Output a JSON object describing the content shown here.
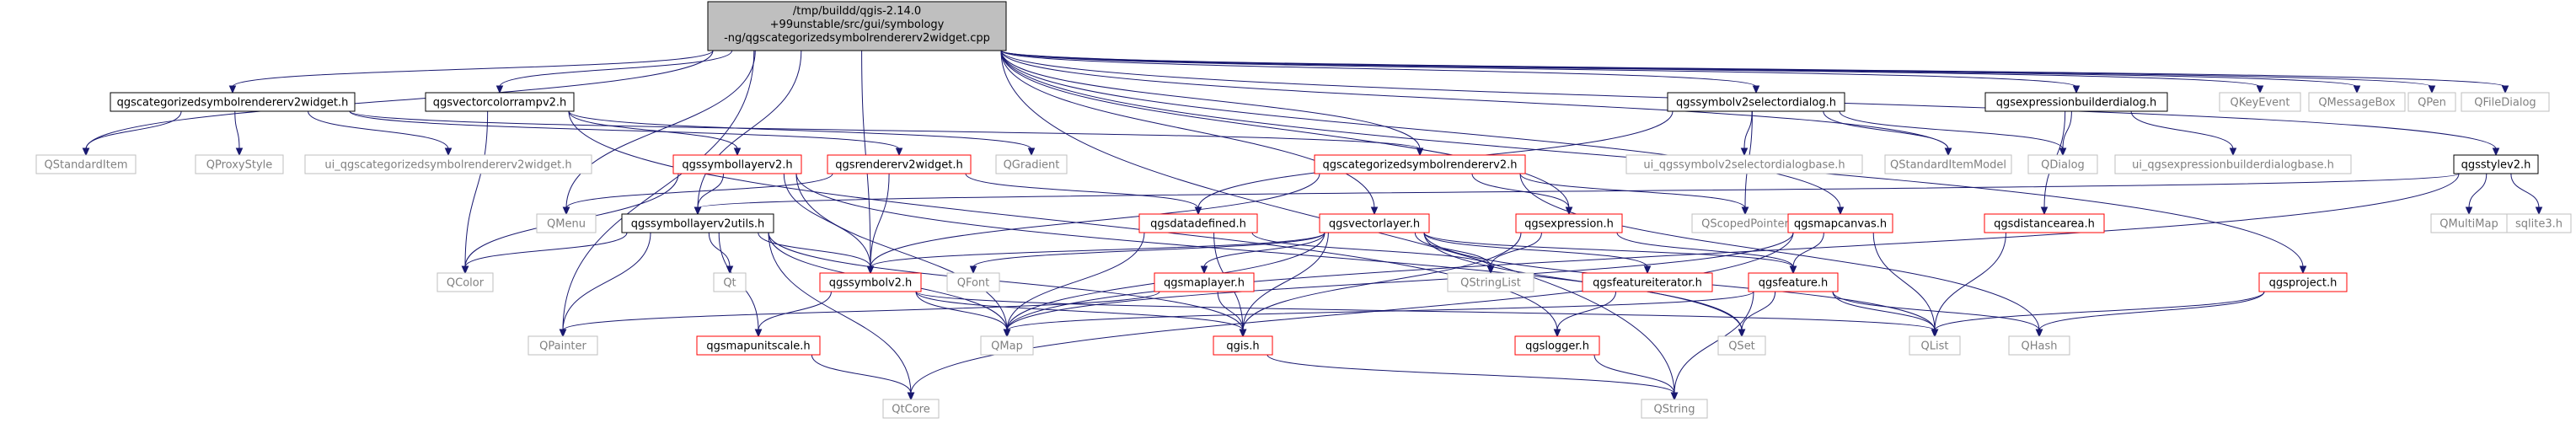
{
  "diagram": {
    "root_label_lines": [
      "/tmp/buildd/qgis-2.14.0",
      "+99unstable/src/gui/symbology",
      "-ng/qgscategorizedsymbolrendererv2widget.cpp"
    ],
    "colors": {
      "root_fill": "#bfbfbf",
      "root_border": "#000000",
      "documented_border": "#000000",
      "truncated_border": "#ff0000",
      "external_border": "#bfbfbf",
      "external_text": "#808080",
      "text": "#000000",
      "edge": "#191970"
    },
    "nodes": [
      {
        "id": "qgscatwidget_h",
        "label": "qgscategorizedsymbolrendererv2widget.h",
        "kind": "doc"
      },
      {
        "id": "qgsvectorcolorrampv2_h",
        "label": "qgsvectorcolorrampv2.h",
        "kind": "doc"
      },
      {
        "id": "qgssymbolv2selectordialog_h",
        "label": "qgssymbolv2selectordialog.h",
        "kind": "doc"
      },
      {
        "id": "qgsexpressionbuilderdialog_h",
        "label": "qgsexpressionbuilderdialog.h",
        "kind": "doc"
      },
      {
        "id": "qkeyevent",
        "label": "QKeyEvent",
        "kind": "ext"
      },
      {
        "id": "qmessagebox",
        "label": "QMessageBox",
        "kind": "ext"
      },
      {
        "id": "qpen",
        "label": "QPen",
        "kind": "ext"
      },
      {
        "id": "qfiledialog",
        "label": "QFileDialog",
        "kind": "ext"
      },
      {
        "id": "qstandarditem",
        "label": "QStandardItem",
        "kind": "ext"
      },
      {
        "id": "qproxystyle",
        "label": "QProxyStyle",
        "kind": "ext"
      },
      {
        "id": "ui_qgscatwidget",
        "label": "ui_qgscategorizedsymbolrendererv2widget.h",
        "kind": "ext"
      },
      {
        "id": "qgradient",
        "label": "QGradient",
        "kind": "ext"
      },
      {
        "id": "qgscategorizedsymbolrendererv2_h",
        "label": "qgscategorizedsymbolrendererv2.h",
        "kind": "red"
      },
      {
        "id": "ui_qgssymbolv2selectordialogbase",
        "label": "ui_qgssymbolv2selectordialogbase.h",
        "kind": "ext"
      },
      {
        "id": "qstandarditemmodel",
        "label": "QStandardItemModel",
        "kind": "ext"
      },
      {
        "id": "qdialog",
        "label": "QDialog",
        "kind": "ext"
      },
      {
        "id": "ui_qgsexpressionbuilderdialogbase",
        "label": "ui_qgsexpressionbuilderdialogbase.h",
        "kind": "ext"
      },
      {
        "id": "qgsstylev2_h",
        "label": "qgsstylev2.h",
        "kind": "doc"
      },
      {
        "id": "qgssymbollayerv2_h",
        "label": "qgssymbollayerv2.h",
        "kind": "red"
      },
      {
        "id": "qgsrendererv2widget_h",
        "label": "qgsrendererv2widget.h",
        "kind": "red"
      },
      {
        "id": "qmenu",
        "label": "QMenu",
        "kind": "ext"
      },
      {
        "id": "qgsdatadefined_h",
        "label": "qgsdatadefined.h",
        "kind": "red"
      },
      {
        "id": "qgsvectorlayer_h",
        "label": "qgsvectorlayer.h",
        "kind": "red"
      },
      {
        "id": "qgsexpression_h",
        "label": "qgsexpression.h",
        "kind": "red"
      },
      {
        "id": "qscopedpointer",
        "label": "QScopedPointer",
        "kind": "ext"
      },
      {
        "id": "qgsmapcanvas_h",
        "label": "qgsmapcanvas.h",
        "kind": "red"
      },
      {
        "id": "qgsdistancearea_h",
        "label": "qgsdistancearea.h",
        "kind": "red"
      },
      {
        "id": "qmultimap",
        "label": "QMultiMap",
        "kind": "ext"
      },
      {
        "id": "sqlite3_h",
        "label": "sqlite3.h",
        "kind": "ext"
      },
      {
        "id": "qgssymbollayerv2utils_h",
        "label": "qgssymbollayerv2utils.h",
        "kind": "doc"
      },
      {
        "id": "qcolor",
        "label": "QColor",
        "kind": "ext"
      },
      {
        "id": "qt",
        "label": "Qt",
        "kind": "ext"
      },
      {
        "id": "qgssymbolv2_h",
        "label": "qgssymbolv2.h",
        "kind": "red"
      },
      {
        "id": "qfont",
        "label": "QFont",
        "kind": "ext"
      },
      {
        "id": "qstringlist",
        "label": "QStringList",
        "kind": "ext"
      },
      {
        "id": "qgsmaplayer_h",
        "label": "qgsmaplayer.h",
        "kind": "red"
      },
      {
        "id": "qgsfeatureiterator_h",
        "label": "qgsfeatureiterator.h",
        "kind": "red"
      },
      {
        "id": "qgsfeature_h",
        "label": "qgsfeature.h",
        "kind": "red"
      },
      {
        "id": "qgsproject_h",
        "label": "qgsproject.h",
        "kind": "red"
      },
      {
        "id": "qpainter",
        "label": "QPainter",
        "kind": "ext"
      },
      {
        "id": "qgsmapunitscale_h",
        "label": "qgsmapunitscale.h",
        "kind": "red"
      },
      {
        "id": "qmap",
        "label": "QMap",
        "kind": "ext"
      },
      {
        "id": "qgis_h",
        "label": "qgis.h",
        "kind": "red"
      },
      {
        "id": "qgslogger_h",
        "label": "qgslogger.h",
        "kind": "red"
      },
      {
        "id": "qset",
        "label": "QSet",
        "kind": "ext"
      },
      {
        "id": "qlist",
        "label": "QList",
        "kind": "ext"
      },
      {
        "id": "qhash",
        "label": "QHash",
        "kind": "ext"
      },
      {
        "id": "qtcore",
        "label": "QtCore",
        "kind": "ext"
      },
      {
        "id": "qstring",
        "label": "QString",
        "kind": "ext"
      }
    ],
    "edges": [
      [
        "root",
        "qgscatwidget_h"
      ],
      [
        "root",
        "qgsvectorcolorrampv2_h"
      ],
      [
        "root",
        "qgssymbolv2selectordialog_h"
      ],
      [
        "root",
        "qgsexpressionbuilderdialog_h"
      ],
      [
        "root",
        "qkeyevent"
      ],
      [
        "root",
        "qmessagebox"
      ],
      [
        "root",
        "qpen"
      ],
      [
        "root",
        "qfiledialog"
      ],
      [
        "root",
        "qstandarditem"
      ],
      [
        "root",
        "qmenu"
      ],
      [
        "root",
        "qgscategorizedsymbolrendererv2_h"
      ],
      [
        "root",
        "qgsstylev2_h"
      ],
      [
        "root",
        "qgssymbollayerv2utils_h"
      ],
      [
        "root",
        "qgsexpression_h"
      ],
      [
        "root",
        "qgsmapcanvas_h"
      ],
      [
        "root",
        "qgsvectorlayer_h"
      ],
      [
        "root",
        "qgssymbolv2_h"
      ],
      [
        "root",
        "qstandarditemmodel"
      ],
      [
        "root",
        "qpainter"
      ],
      [
        "root",
        "qgsproject_h"
      ],
      [
        "root",
        "qstring"
      ],
      [
        "qgscatwidget_h",
        "qstandarditem"
      ],
      [
        "qgscatwidget_h",
        "qproxystyle"
      ],
      [
        "qgscatwidget_h",
        "ui_qgscatwidget"
      ],
      [
        "qgscatwidget_h",
        "qgscategorizedsymbolrendererv2_h"
      ],
      [
        "qgscatwidget_h",
        "qgsrendererv2widget_h"
      ],
      [
        "qgsvectorcolorrampv2_h",
        "qgssymbollayerv2_h"
      ],
      [
        "qgsvectorcolorrampv2_h",
        "qgradient"
      ],
      [
        "qgsvectorcolorrampv2_h",
        "qcolor"
      ],
      [
        "qgsvectorcolorrampv2_h",
        "qgslogger_h"
      ],
      [
        "qgssymbolv2selectordialog_h",
        "ui_qgssymbolv2selectordialogbase"
      ],
      [
        "qgssymbolv2selectordialog_h",
        "qstandarditemmodel"
      ],
      [
        "qgssymbolv2selectordialog_h",
        "qdialog"
      ],
      [
        "qgssymbolv2selectordialog_h",
        "qscopedpointer"
      ],
      [
        "qgssymbolv2selectordialog_h",
        "qgsdatadefined_h"
      ],
      [
        "qgsexpressionbuilderdialog_h",
        "ui_qgsexpressionbuilderdialogbase"
      ],
      [
        "qgsexpressionbuilderdialog_h",
        "qdialog"
      ],
      [
        "qgsexpressionbuilderdialog_h",
        "qgsdistancearea_h"
      ],
      [
        "qgsstylev2_h",
        "qmultimap"
      ],
      [
        "qgsstylev2_h",
        "sqlite3_h"
      ],
      [
        "qgsstylev2_h",
        "qgssymbollayerv2utils_h"
      ],
      [
        "qgsstylev2_h",
        "qmap"
      ],
      [
        "qgscategorizedsymbolrendererv2_h",
        "qscopedpointer"
      ],
      [
        "qgscategorizedsymbolrendererv2_h",
        "qgssymbolv2_h"
      ],
      [
        "qgscategorizedsymbolrendererv2_h",
        "qhash"
      ],
      [
        "qgscategorizedsymbolrendererv2_h",
        "qgsexpression_h"
      ],
      [
        "qgssymbollayerv2_h",
        "qgssymbollayerv2utils_h"
      ],
      [
        "qgssymbollayerv2_h",
        "qgssymbolv2_h"
      ],
      [
        "qgssymbollayerv2_h",
        "qcolor"
      ],
      [
        "qgssymbollayerv2_h",
        "qmap"
      ],
      [
        "qgssymbollayerv2_h",
        "qset"
      ],
      [
        "qgsrendererv2widget_h",
        "qmenu"
      ],
      [
        "qgsrendererv2widget_h",
        "qgsdatadefined_h"
      ],
      [
        "qgsrendererv2widget_h",
        "qgssymbolv2_h"
      ],
      [
        "qgsdatadefined_h",
        "qgis_h"
      ],
      [
        "qgsdatadefined_h",
        "qstringlist"
      ],
      [
        "qgsdatadefined_h",
        "qmap"
      ],
      [
        "qgsvectorlayer_h",
        "qgssymbolv2_h"
      ],
      [
        "qgsvectorlayer_h",
        "qfont"
      ],
      [
        "qgsvectorlayer_h",
        "qstringlist"
      ],
      [
        "qgsvectorlayer_h",
        "qgsmaplayer_h"
      ],
      [
        "qgsvectorlayer_h",
        "qgsfeatureiterator_h"
      ],
      [
        "qgsvectorlayer_h",
        "qgsfeature_h"
      ],
      [
        "qgsvectorlayer_h",
        "qmap"
      ],
      [
        "qgsvectorlayer_h",
        "qset"
      ],
      [
        "qgsvectorlayer_h",
        "qlist"
      ],
      [
        "qgsvectorlayer_h",
        "qgis_h"
      ],
      [
        "qgsexpression_h",
        "qstringlist"
      ],
      [
        "qgsexpression_h",
        "qgsfeature_h"
      ],
      [
        "qgsexpression_h",
        "qgis_h"
      ],
      [
        "qgsmapcanvas_h",
        "qgsfeature_h"
      ],
      [
        "qgsmapcanvas_h",
        "qlist"
      ],
      [
        "qgsmapcanvas_h",
        "qtcore"
      ],
      [
        "qgsmapcanvas_h",
        "qmap"
      ],
      [
        "qgsdistancearea_h",
        "qlist"
      ],
      [
        "qgssymbollayerv2utils_h",
        "qcolor"
      ],
      [
        "qgssymbollayerv2utils_h",
        "qt"
      ],
      [
        "qgssymbollayerv2utils_h",
        "qgssymbolv2_h"
      ],
      [
        "qgssymbollayerv2utils_h",
        "qmap"
      ],
      [
        "qgssymbollayerv2utils_h",
        "qpainter"
      ],
      [
        "qgssymbollayerv2utils_h",
        "qgsmapunitscale_h"
      ],
      [
        "qgssymbollayerv2utils_h",
        "qtcore"
      ],
      [
        "qgssymbollayerv2utils_h",
        "qgis_h"
      ],
      [
        "qgssymbolv2_h",
        "qmap"
      ],
      [
        "qgssymbolv2_h",
        "qgis_h"
      ],
      [
        "qgssymbolv2_h",
        "qgsmapunitscale_h"
      ],
      [
        "qgssymbolv2_h",
        "qlist"
      ],
      [
        "qgsmaplayer_h",
        "qgis_h"
      ],
      [
        "qgsmaplayer_h",
        "qpainter"
      ],
      [
        "qgsfeatureiterator_h",
        "qgslogger_h"
      ],
      [
        "qgsfeature_h",
        "qmap"
      ],
      [
        "qgsfeature_h",
        "qlist"
      ],
      [
        "qgsfeature_h",
        "qhash"
      ],
      [
        "qgsfeature_h",
        "qset"
      ],
      [
        "qgsfeature_h",
        "qstring"
      ],
      [
        "qgsproject_h",
        "qhash"
      ],
      [
        "qgsproject_h",
        "qlist"
      ],
      [
        "qgsmapunitscale_h",
        "qtcore"
      ],
      [
        "qgis_h",
        "qstring"
      ],
      [
        "qgslogger_h",
        "qstring"
      ]
    ]
  }
}
